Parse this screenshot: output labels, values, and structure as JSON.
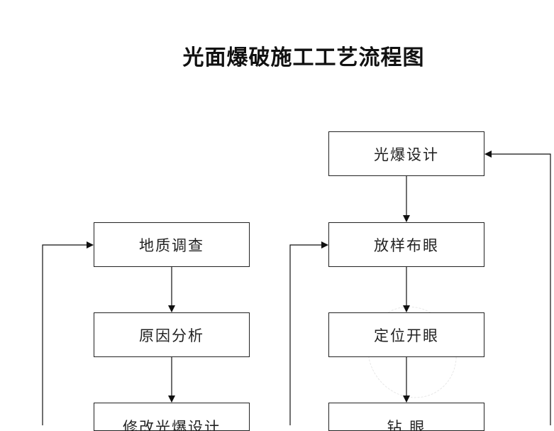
{
  "title": "光面爆破施工工艺流程图",
  "left_column": {
    "box1": "地质调查",
    "box2": "原因分析",
    "box3": "修改光爆设计"
  },
  "right_column": {
    "box1": "光爆设计",
    "box2": "放样布眼",
    "box3": "定位开眼",
    "box4": "钻    眼"
  }
}
